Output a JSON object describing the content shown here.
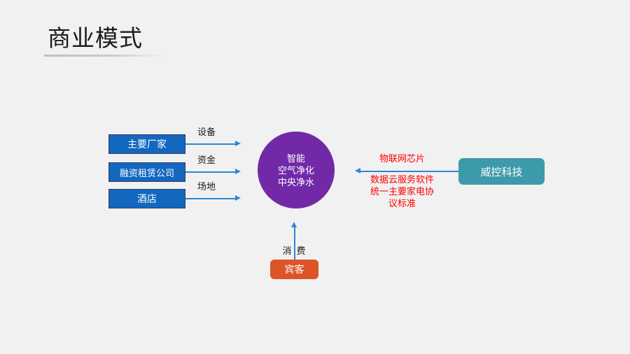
{
  "slide": {
    "title": "商业模式",
    "background_color": "#f1f1f1"
  },
  "diagram": {
    "sources": [
      {
        "label": "主要厂家",
        "flow_label": "设备",
        "color": "#1267bf"
      },
      {
        "label": "融资租赁公司",
        "flow_label": "资金",
        "color": "#1267bf"
      },
      {
        "label": "酒店",
        "flow_label": "场地",
        "color": "#1267bf"
      }
    ],
    "center": {
      "line1": "智能",
      "line2": "空气净化",
      "line3": "中央净水",
      "color": "#7229a8"
    },
    "partner": {
      "label": "威控科技",
      "color": "#3d9aaa",
      "contribution_top": "物联网芯片",
      "contribution_bottom_line1": "数据云服务软件",
      "contribution_bottom_line2": "统一主要家电协",
      "contribution_bottom_line3": "议标准",
      "text_color": "#fe0000"
    },
    "customer": {
      "label": "宾客",
      "flow_label": "消费",
      "color": "#dd5429"
    },
    "arrow_color": "#2f86d4"
  }
}
